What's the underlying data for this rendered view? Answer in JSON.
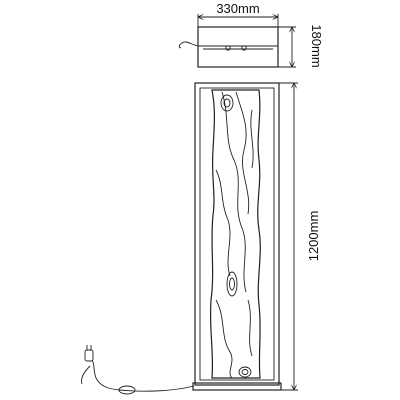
{
  "dimensions": {
    "width": "330mm",
    "depth": "180mm",
    "height": "1200mm"
  }
}
